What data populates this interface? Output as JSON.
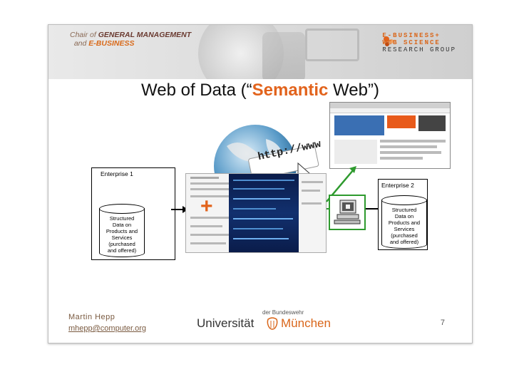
{
  "header": {
    "chair_line1_prefix": "Chair of",
    "chair_line1_bold": "GENERAL MANAGEMENT",
    "chair_line2_prefix": "and",
    "chair_line2_bold": "E-BUSINESS",
    "group_line1": "E-BUSINESS+",
    "group_line2": "WEB SCIENCE",
    "group_line3": "RESEARCH GROUP"
  },
  "title": {
    "before": "Web of Data (“",
    "highlight": "Semantic",
    "after": " Web”)"
  },
  "diagram": {
    "enterprise1_label": "Enterprise 1",
    "enterprise2_label": "Enterprise 2",
    "db1_text": [
      "Structured",
      "Data on",
      "Products and",
      "Services",
      "(purchased",
      "and offered)"
    ],
    "db2_text": [
      "Structured",
      "Data on",
      "Products and",
      "Services",
      "(purchased",
      "and offered)"
    ],
    "globe_text": "http://www",
    "plus_sign": "+"
  },
  "footer": {
    "author": "Martin Hepp",
    "email": "mhepp@computer.org",
    "uni_prefix": "der Bundeswehr",
    "uni_left": "Universität",
    "uni_right": "München",
    "page_number": "7"
  },
  "colors": {
    "accent": "#e2631c",
    "arrow_green": "#2e9a2e",
    "text": "#111111"
  }
}
